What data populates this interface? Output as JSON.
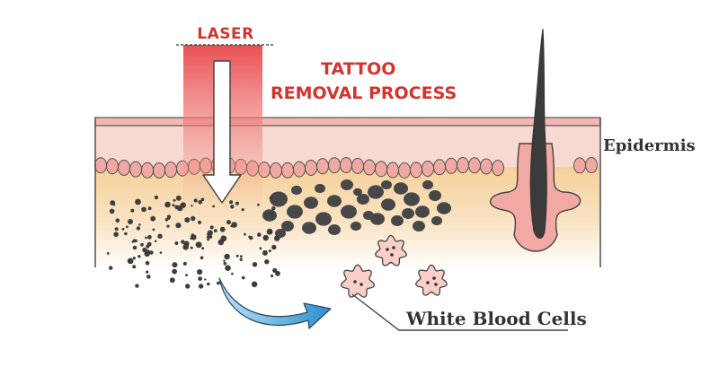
{
  "labels": {
    "laser": "LASER",
    "title_line1": "TATTOO",
    "title_line2": "REMOVAL PROCESS",
    "epidermis": "Epidermis",
    "white_blood_cells": "White Blood Cells"
  },
  "colors": {
    "title_red": "#d2342f",
    "skin_top": "#f3c3c0",
    "skin_layer": "#f7dcd3",
    "dermis": "#f6d9ad",
    "laser_beam": "#e8474a",
    "ink_dark": "#3a3a3a",
    "ink_gray": "#555555",
    "cell_fill": "#f8c8c2",
    "arrow_blue": "#2a8fd0",
    "outline": "#333333"
  },
  "icons": {
    "laser_arrow": "down-arrow-icon",
    "curved_arrow": "curved-arrow-icon",
    "hair": "hair-follicle-icon",
    "cell": "white-blood-cell-icon"
  }
}
